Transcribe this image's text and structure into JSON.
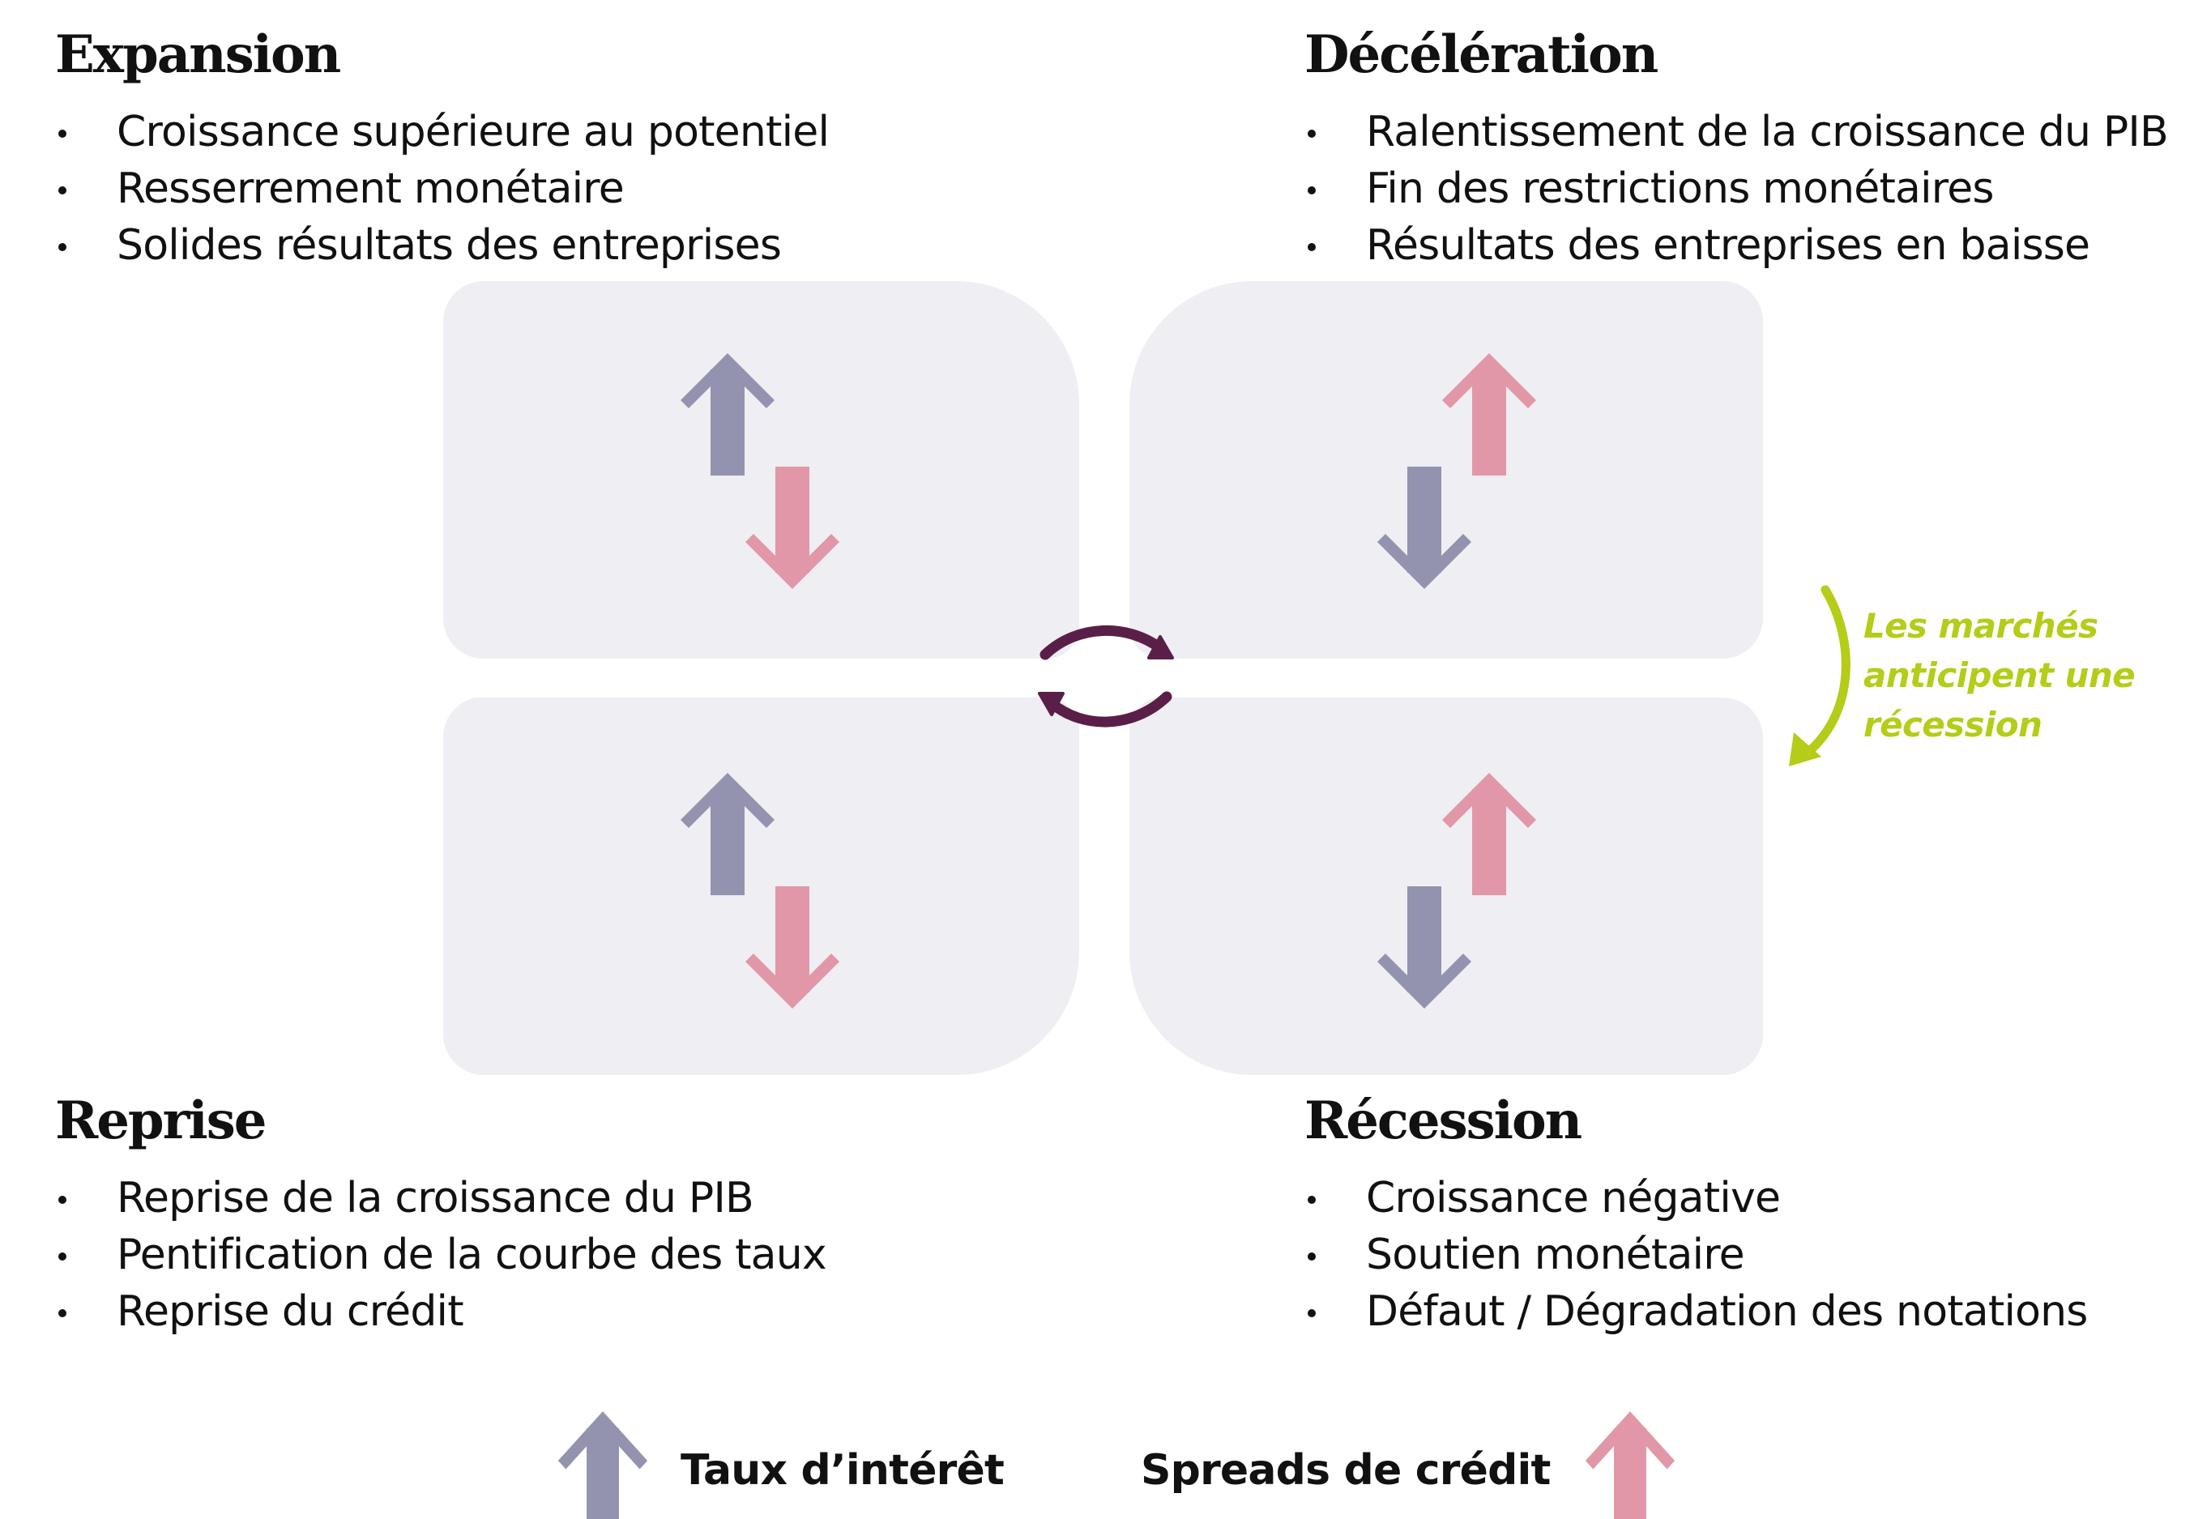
{
  "phases": {
    "expansion": {
      "title": "Expansion",
      "bullets": [
        "Croissance supérieure au potentiel",
        "Resserrement monétaire",
        "Solides résultats des entreprises"
      ]
    },
    "deceleration": {
      "title": "Décélération",
      "bullets": [
        "Ralentissement de la croissance du PIB",
        "Fin des restrictions monétaires",
        "Résultats des entreprises en baisse"
      ]
    },
    "reprise": {
      "title": "Reprise",
      "bullets": [
        "Reprise de la croissance du PIB",
        "Pentification de la courbe des taux",
        "Reprise du crédit"
      ]
    },
    "recession": {
      "title": "Récession",
      "bullets": [
        "Croissance négative",
        "Soutien monétaire",
        "Défaut / Dégradation des notations"
      ]
    }
  },
  "quadrant_arrows": {
    "expansion": {
      "taux": "up",
      "spreads": "down"
    },
    "deceleration": {
      "taux": "down",
      "spreads": "up"
    },
    "reprise": {
      "taux": "up",
      "spreads": "down"
    },
    "recession": {
      "taux": "down",
      "spreads": "up"
    }
  },
  "anticipation_note": [
    "Les marchés",
    "anticipent une",
    "récession"
  ],
  "legend": {
    "taux_label": "Taux d’intérêt",
    "spreads_label": "Spreads de crédit"
  },
  "colors": {
    "taux": "#9393b0",
    "spreads": "#e297a8",
    "panel": "#efeef3",
    "cycle_arrow": "#5a1f48",
    "anticipation": "#b5cc18"
  },
  "icons": {
    "cycle": "cycle-arrows-icon",
    "anticipation": "curved-arrow-icon"
  }
}
